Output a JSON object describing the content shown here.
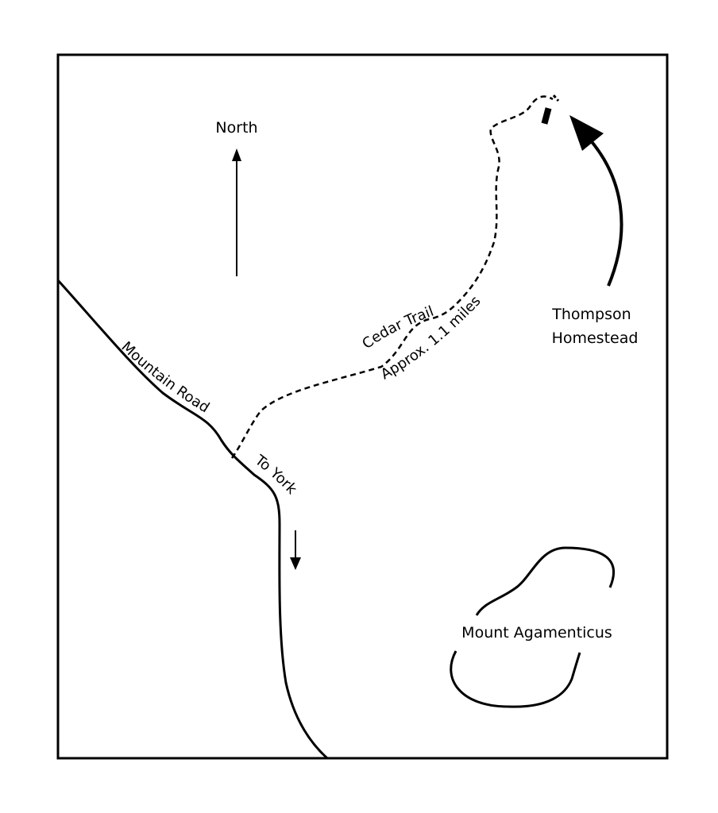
{
  "labels": {
    "north": "North",
    "homestead_line1": "Thompson",
    "homestead_line2": "Homestead",
    "mountain_road": "Mountain Road",
    "to_york": "To York",
    "cedar_trail": "Cedar Trail",
    "trail_distance": "Approx. 1.1 miles",
    "mount": "Mount Agamenticus"
  },
  "colors": {
    "ink": "#000000",
    "background": "#ffffff"
  }
}
